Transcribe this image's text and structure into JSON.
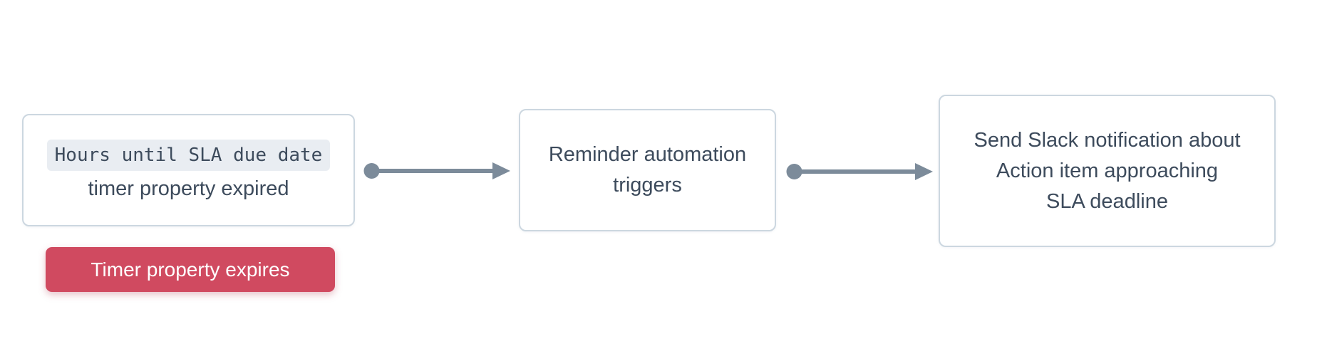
{
  "diagram": {
    "trigger_node": {
      "code_label": "Hours until SLA due date",
      "label": "timer property expired"
    },
    "trigger_badge": {
      "label": "Timer property expires"
    },
    "automation_node": {
      "lines": [
        "Reminder automation",
        "triggers"
      ]
    },
    "action_node": {
      "lines": [
        "Send Slack notification about",
        "Action item approaching",
        "SLA deadline"
      ]
    },
    "colors": {
      "text": "#3d4b5c",
      "node_border": "#ccd7e0",
      "node_background": "#ffffff",
      "code_chip_background": "#e9edf2",
      "arrow": "#7c8b9a",
      "badge_background": "#d04a60",
      "badge_text": "#ffffff"
    }
  }
}
